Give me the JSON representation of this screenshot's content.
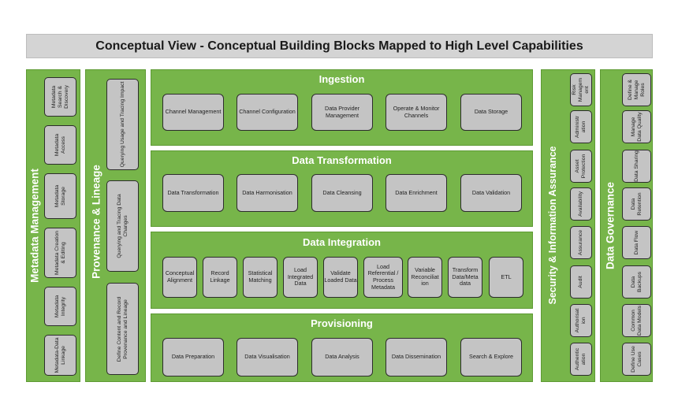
{
  "title": "Conceptual View - Conceptual Building Blocks Mapped to High Level Capabilities",
  "metadata_management": {
    "title": "Metadata Management",
    "items": [
      "Metadata Search & Discovery",
      "Metadata Access",
      "Metadata Storage",
      "Metadata Creation & Editing",
      "Metadata Integrity",
      "Metadata-Data Linkage"
    ]
  },
  "provenance": {
    "title": "Provenance & Lineage",
    "items": [
      "Querying Usage and Tracing Impact",
      "Querying and Tracing Data Changes",
      "Define Content and Record Provenance and Lineage"
    ]
  },
  "ingestion": {
    "title": "Ingestion",
    "items": [
      "Channel Management",
      "Channel Configuration",
      "Data Provider Management",
      "Operate & Monitor Channels",
      "Data Storage"
    ]
  },
  "transformation": {
    "title": "Data Transformation",
    "items": [
      "Data Transformation",
      "Data Harmonisation",
      "Data Cleansing",
      "Data Enrichment",
      "Data Validation"
    ]
  },
  "integration": {
    "title": "Data Integration",
    "items": [
      "Conceptual Alignment",
      "Record Linkage",
      "Statistical Matching",
      "Load Integrated Data",
      "Validate Loaded Data",
      "Load Referential / Process Metadata",
      "Variable Reconciliat ion",
      "Transform Data/Meta data",
      "ETL"
    ]
  },
  "provisioning": {
    "title": "Provisioning",
    "items": [
      "Data Preparation",
      "Data Visualisation",
      "Data Analysis",
      "Data Dissemination",
      "Search & Explore"
    ]
  },
  "security": {
    "title": "Security & Information Assurance",
    "items": [
      "Risk Managem ent",
      "Administr ation",
      "Asset Protection",
      "Availability",
      "Assurance",
      "Audit",
      "Authorisat ion",
      "Authentic ation"
    ]
  },
  "governance": {
    "title": "Data Governance",
    "items": [
      "Define & Manage Roles",
      "Manage Data Quality",
      "Data Sharing",
      "Data Retention",
      "Data Flow",
      "Data Backups",
      "Common Data Models",
      "Define Use Cases"
    ]
  }
}
